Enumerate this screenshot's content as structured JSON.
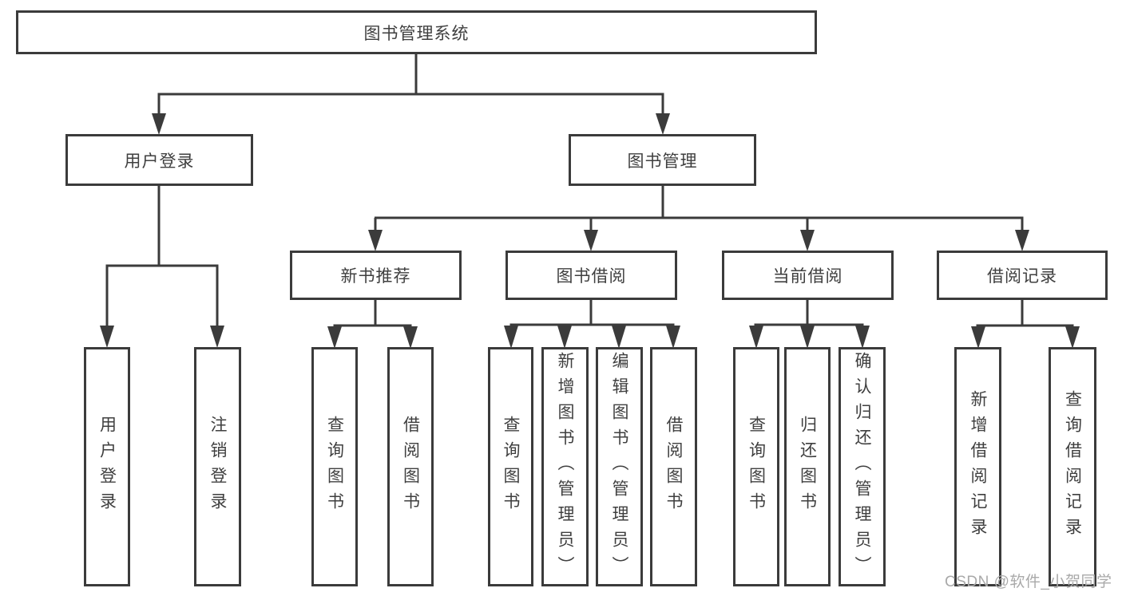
{
  "page": {
    "background": "#ffffff"
  },
  "colors": {
    "line": "#3b3b3b",
    "box_border": "#3b3b3b",
    "text": "#3f3f3f",
    "watermark_text": "#a9a9a9"
  },
  "tree": {
    "label": "图书管理系统",
    "children": [
      {
        "label": "用户登录",
        "children": [
          {
            "label": "用户登录"
          },
          {
            "label": "注销登录"
          }
        ]
      },
      {
        "label": "图书管理",
        "children": [
          {
            "label": "新书推荐",
            "children": [
              {
                "label": "查询图书"
              },
              {
                "label": "借阅图书"
              }
            ]
          },
          {
            "label": "图书借阅",
            "children": [
              {
                "label": "查询图书"
              },
              {
                "label": "新增图书（管理员）"
              },
              {
                "label": "编辑图书（管理员）"
              },
              {
                "label": "借阅图书"
              }
            ]
          },
          {
            "label": "当前借阅",
            "children": [
              {
                "label": "查询图书"
              },
              {
                "label": "归还图书"
              },
              {
                "label": "确认归还（管理员）"
              }
            ]
          },
          {
            "label": "借阅记录",
            "children": [
              {
                "label": "新增借阅记录"
              },
              {
                "label": "查询借阅记录"
              }
            ]
          }
        ]
      }
    ]
  },
  "watermark": {
    "text": "CSDN @软件_小贺同学"
  }
}
